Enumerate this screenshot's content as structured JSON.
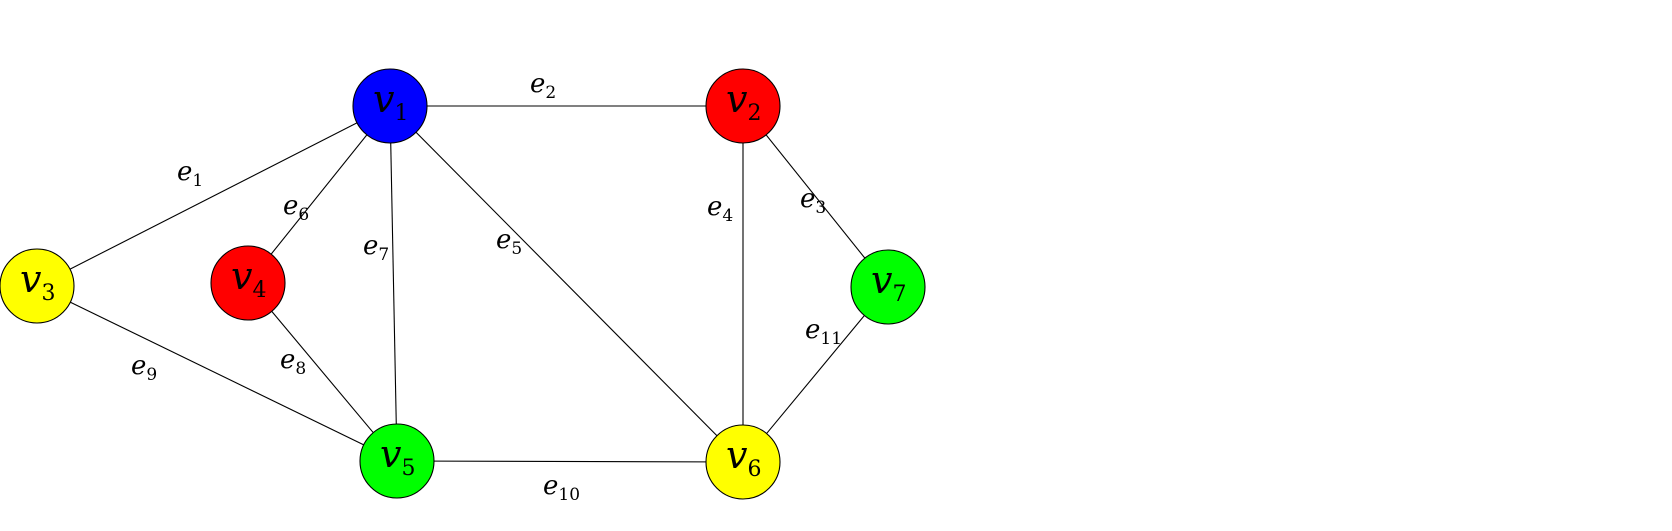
{
  "nodes": [
    {
      "id": "v1",
      "letter": "v",
      "sub": "1",
      "color": "#0000ff"
    },
    {
      "id": "v2",
      "letter": "v",
      "sub": "2",
      "color": "#ff0000"
    },
    {
      "id": "v3",
      "letter": "v",
      "sub": "3",
      "color": "#ffff00"
    },
    {
      "id": "v4",
      "letter": "v",
      "sub": "4",
      "color": "#ff0000"
    },
    {
      "id": "v5",
      "letter": "v",
      "sub": "5",
      "color": "#00ff00"
    },
    {
      "id": "v6",
      "letter": "v",
      "sub": "6",
      "color": "#ffff00"
    },
    {
      "id": "v7",
      "letter": "v",
      "sub": "7",
      "color": "#00ff00"
    }
  ],
  "edges": [
    {
      "id": "e1",
      "letter": "e",
      "sub": "1",
      "from": "v1",
      "to": "v3"
    },
    {
      "id": "e2",
      "letter": "e",
      "sub": "2",
      "from": "v1",
      "to": "v2"
    },
    {
      "id": "e3",
      "letter": "e",
      "sub": "3",
      "from": "v2",
      "to": "v7"
    },
    {
      "id": "e4",
      "letter": "e",
      "sub": "4",
      "from": "v2",
      "to": "v6"
    },
    {
      "id": "e5",
      "letter": "e",
      "sub": "5",
      "from": "v1",
      "to": "v6"
    },
    {
      "id": "e6",
      "letter": "e",
      "sub": "6",
      "from": "v1",
      "to": "v4"
    },
    {
      "id": "e7",
      "letter": "e",
      "sub": "7",
      "from": "v1",
      "to": "v5"
    },
    {
      "id": "e8",
      "letter": "e",
      "sub": "8",
      "from": "v4",
      "to": "v5"
    },
    {
      "id": "e9",
      "letter": "e",
      "sub": "9",
      "from": "v3",
      "to": "v5"
    },
    {
      "id": "e10",
      "letter": "e",
      "sub": "10",
      "from": "v5",
      "to": "v6"
    },
    {
      "id": "e11",
      "letter": "e",
      "sub": "11",
      "from": "v6",
      "to": "v7"
    }
  ]
}
